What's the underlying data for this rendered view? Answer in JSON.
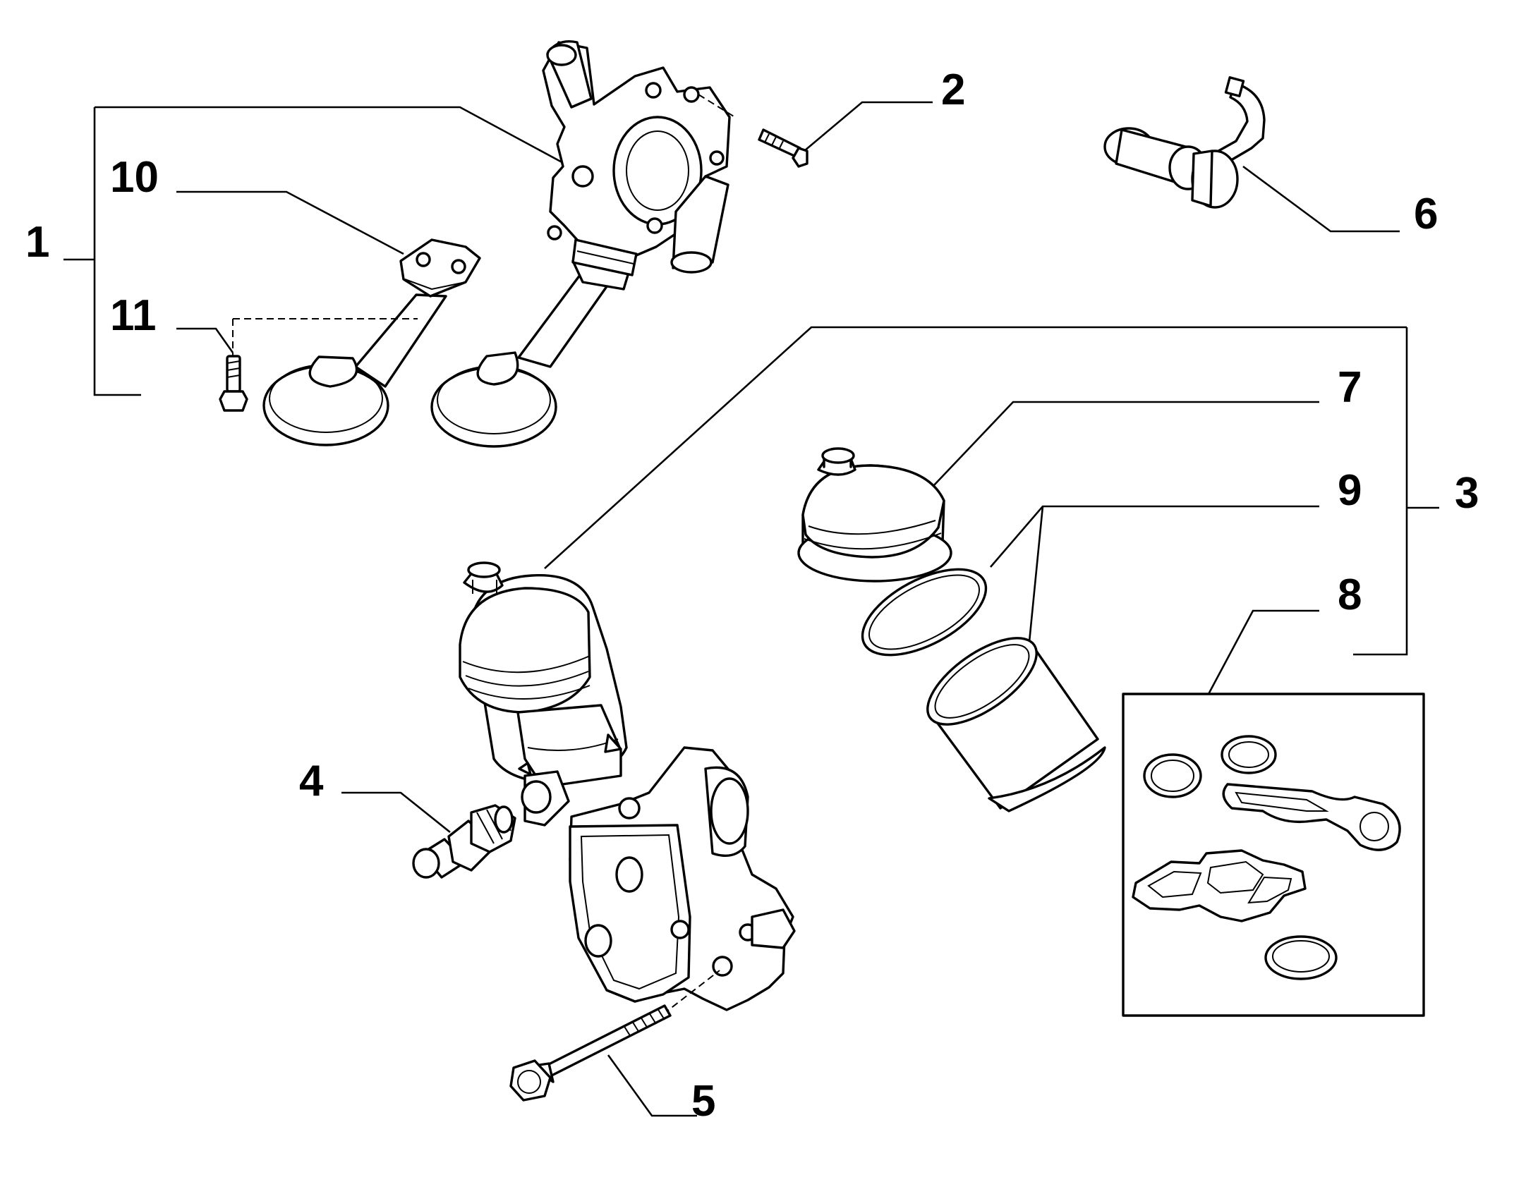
{
  "callouts": {
    "c1": "1",
    "c2": "2",
    "c3": "3",
    "c4": "4",
    "c5": "5",
    "c6": "6",
    "c7": "7",
    "c8": "8",
    "c9": "9",
    "c10": "10",
    "c11": "11"
  },
  "icons": [
    "oil-pump-icon",
    "bolt-icon",
    "oil-strainer-icon",
    "oil-level-sensor-icon",
    "oil-filter-housing-icon",
    "pressure-switch-icon",
    "filter-cap-icon",
    "o-ring-icon",
    "filter-element-icon",
    "gasket-kit-icon"
  ]
}
